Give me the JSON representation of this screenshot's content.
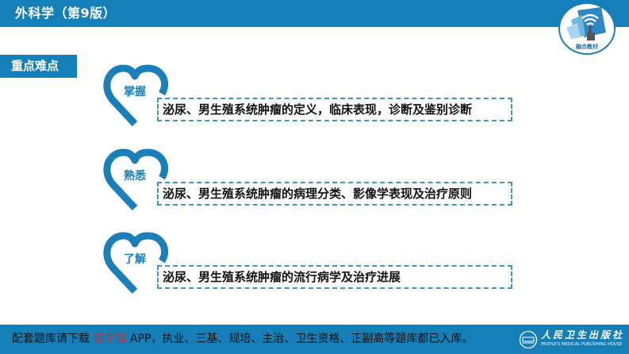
{
  "header": {
    "title": "外科学（第9版）",
    "badge": {
      "icon": "wifi-touch-book-icon",
      "label": "融合教材"
    }
  },
  "section": {
    "tag": "重点难点"
  },
  "items": [
    {
      "level": "掌握",
      "icon": "heart-icon",
      "text": "泌尿、男生殖系统肿瘤的定义，临床表现，诊断及鉴别诊断"
    },
    {
      "level": "熟悉",
      "icon": "heart-icon",
      "text": "泌尿、男生殖系统肿瘤的病理分类、影像学表现及治疗原则"
    },
    {
      "level": "了解",
      "icon": "heart-icon",
      "text": "泌尿、男生殖系统肿瘤的流行病学及治疗进展"
    }
  ],
  "footer": {
    "prefix": "配套题库请下载 ",
    "app_name": "医学猫",
    "suffix": " APP，执业、三基、规培、主治、卫生资格、正副高等题库都已入库。",
    "publisher_cn": "人民卫生出版社",
    "publisher_en": "PEOPLE'S MEDICAL PUBLISHING HOUSE"
  },
  "colors": {
    "brand_blue": "#147fb8",
    "heart_blue": "#1a7fb9",
    "dash_blue": "#3c95c8",
    "app_red": "#e0262c"
  }
}
